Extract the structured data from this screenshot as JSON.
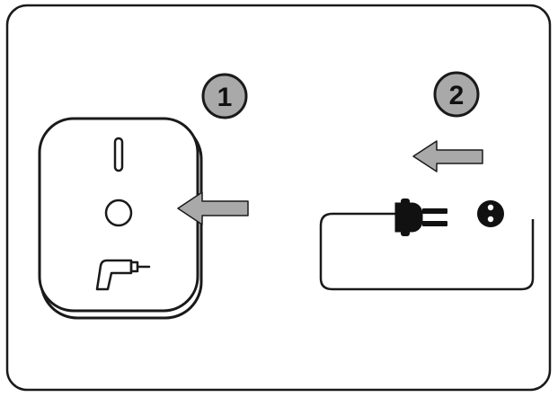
{
  "colors": {
    "stroke": "#1a1a1a",
    "badge_fill": "#a9a9a9",
    "arrow_fill": "#a9a9a9",
    "icon_fill": "#111111",
    "background": "#ffffff"
  },
  "steps": [
    {
      "number": "1",
      "icon": "step-1-badge"
    },
    {
      "number": "2",
      "icon": "step-2-badge"
    }
  ],
  "icons": {
    "device": "power-adapter-device",
    "indicator": "power-indicator-icon",
    "socket": "socket-outlet-icon",
    "drill": "drill-icon",
    "plug": "plug-icon",
    "info": "info-icon",
    "arrow_in": "insert-arrow-icon",
    "arrow_out": "remove-arrow-icon"
  }
}
